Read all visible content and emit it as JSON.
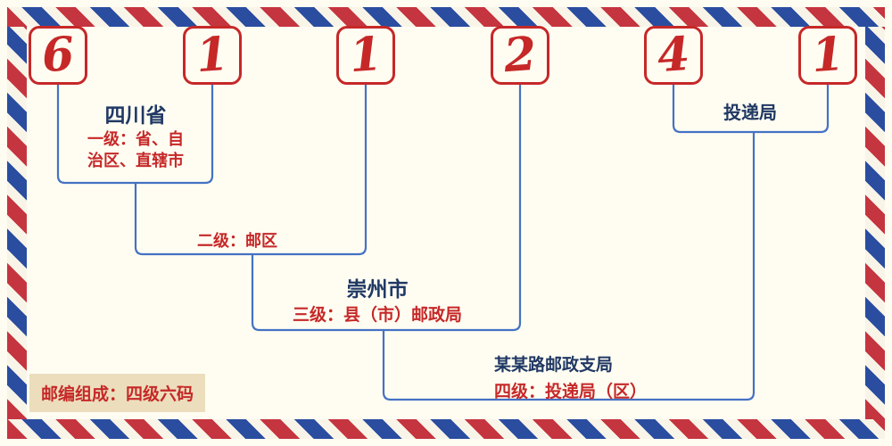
{
  "digits": [
    "6",
    "1",
    "1",
    "2",
    "4",
    "1"
  ],
  "labels": {
    "province": "四川省",
    "level1_line1": "一级：省、自",
    "level1_line2": "治区、直辖市",
    "level2": "二级：邮区",
    "city": "崇州市",
    "level3": "三级：县（市）邮政局",
    "branch": "某某路邮政支局",
    "level4": "四级：投递局（区）",
    "delivery_office": "投递局"
  },
  "footer": {
    "note": "邮编组成：四级六码"
  },
  "colors": {
    "digit_red": "#c62828",
    "line_blue": "#4472c4",
    "navy_text": "#203864",
    "stripe_red": "#c5353f",
    "stripe_blue": "#2a4da0",
    "note_background": "#ecdebc",
    "page_background": "#fffdf2"
  }
}
